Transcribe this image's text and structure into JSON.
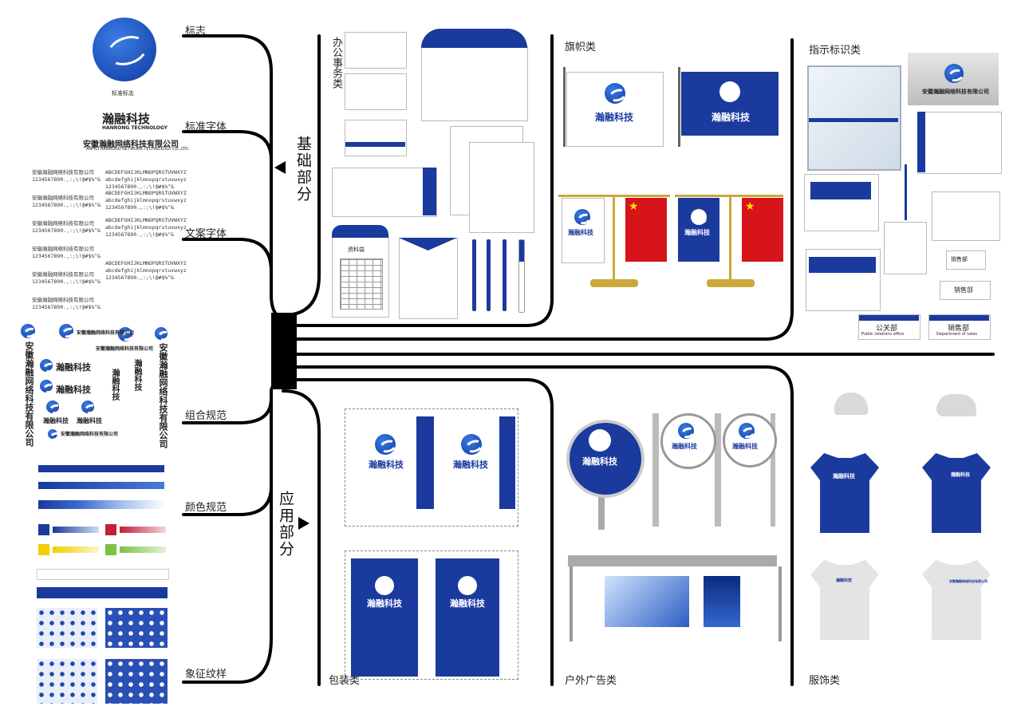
{
  "branches": {
    "logo": "标志",
    "std_font": "标准字体",
    "copy_font": "文案字体",
    "combo": "组合规范",
    "color": "颜色规范",
    "pattern": "象征纹样"
  },
  "main_sections": {
    "basic": "基础部分",
    "application": "应用部分"
  },
  "panels": {
    "office": "办公事务类",
    "flags": "旗帜类",
    "signage": "指示标识类",
    "packaging": "包装类",
    "outdoor": "户外广告类",
    "apparel": "服饰类"
  },
  "logo_caption": "标准标志",
  "brand": {
    "cn_short": "瀚融科技",
    "en_short": "HANRONG TECHNOLOGY",
    "cn_full": "安徽瀚融网络科技有限公司",
    "en_full": "ANHUI HANRONG NETWORK TECHNOLOGY CO.,LTD."
  },
  "font_samples": [
    "安徽瀚融网络科技有限公司\n1234567890.,:;\\!@#$%^&",
    "安徽瀚融网络科技有限公司\n1234567890.,:;\\!@#$%^&",
    "安徽瀚融网络科技有限公司\n1234567890.,:;\\!@#$%^&",
    "安徽瀚融网络科技有限公司\n1234567890.,:;\\!@#$%^&",
    "安徽瀚融网络科技有限公司\n1234567890.,:;\\!@#$%^&",
    "安徽瀚融网络科技有限公司\n1234567890.,:;\\!@#$%^&"
  ],
  "latin_samples": [
    "ABCDEFGHIJKLMNOPQRSTUVWXYZ\nabcdefghijklmnopqrstuvwxyz\n1234567890.,:;\\!@#$%^&",
    "ABCDEFGHIJKLMNOPQRSTUVWXYZ\nabcdefghijklmnopqrstuvwxyz\n1234567890.,:;\\!@#$%^&",
    "ABCDEFGHIJKLMNOPQRSTUVWXYZ\nabcdefghijklmnopqrstuvwxyz\n1234567890.,:;\\!@#$%^&",
    "ABCDEFGHIJKLMNOPQRSTUVWXYZ\nabcdefghijklmnopqrstuvwxyz\n1234567890.,:;\\!@#$%^&"
  ],
  "office": {
    "folder_label": "资料袋"
  },
  "signage": {
    "pr_cn": "公关部",
    "pr_en": "Public relations office",
    "sales_cn": "销售部",
    "sales_en": "Department of sales"
  },
  "colors": {
    "brand_blue": "#1a3a9e",
    "flag_red": "#d7141a",
    "star_yellow": "#ffde00",
    "shirt_gray": "#e4e4e4"
  }
}
